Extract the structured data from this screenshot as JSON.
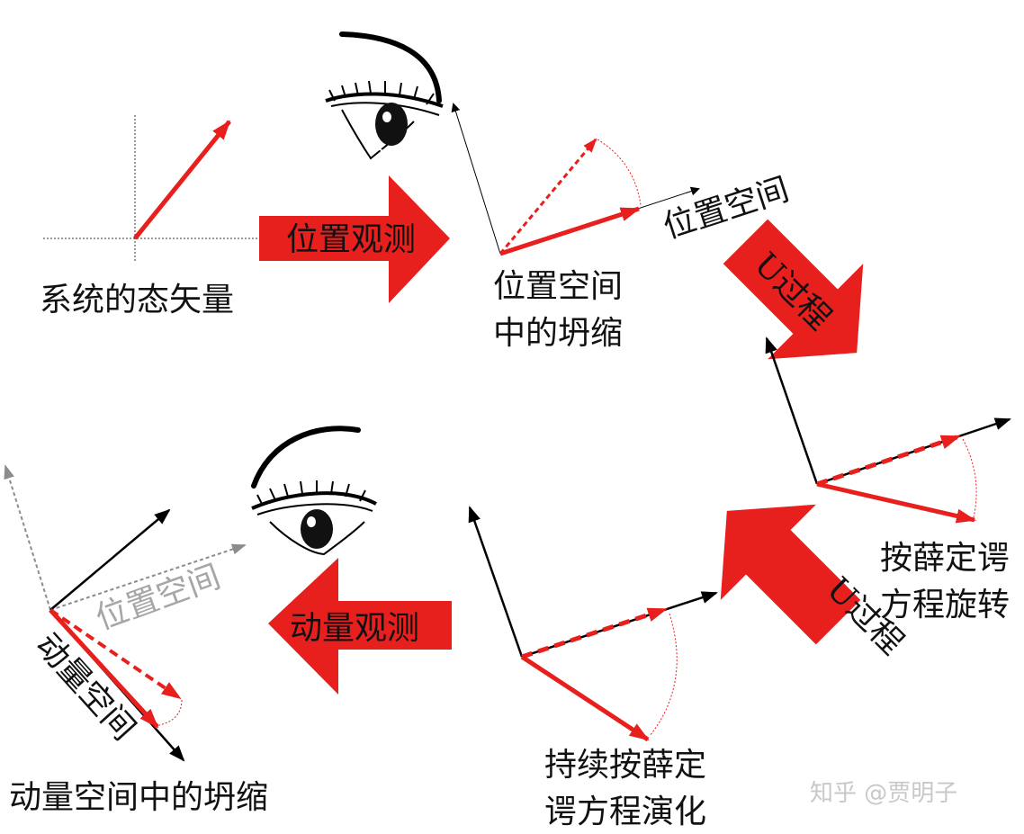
{
  "labels": {
    "state_vector": "系统的态矢量",
    "position_observe": "位置观测",
    "position_space_axis": "位置空间",
    "collapse_position_line1": "位置空间",
    "collapse_position_line2": "中的坍缩",
    "u_process_top": "U过程",
    "u_process_bottom": "U过程",
    "schrodinger_rotation_line1": "按薛定谔",
    "schrodinger_rotation_line2": "方程旋转",
    "continuous_evolution_line1": "持续按薛定",
    "continuous_evolution_line2": "谔方程演化",
    "momentum_observe": "动量观测",
    "position_space_gray": "位置空间",
    "momentum_space_axis": "动量空间",
    "collapse_momentum": "动量空间中的坍缩",
    "watermark": "知乎 @贾明子"
  },
  "colors": {
    "red": "#e8201d",
    "black": "#000000",
    "gray": "#8c8c8c"
  },
  "icons": [
    "eye-icon-top",
    "eye-icon-bottom"
  ]
}
